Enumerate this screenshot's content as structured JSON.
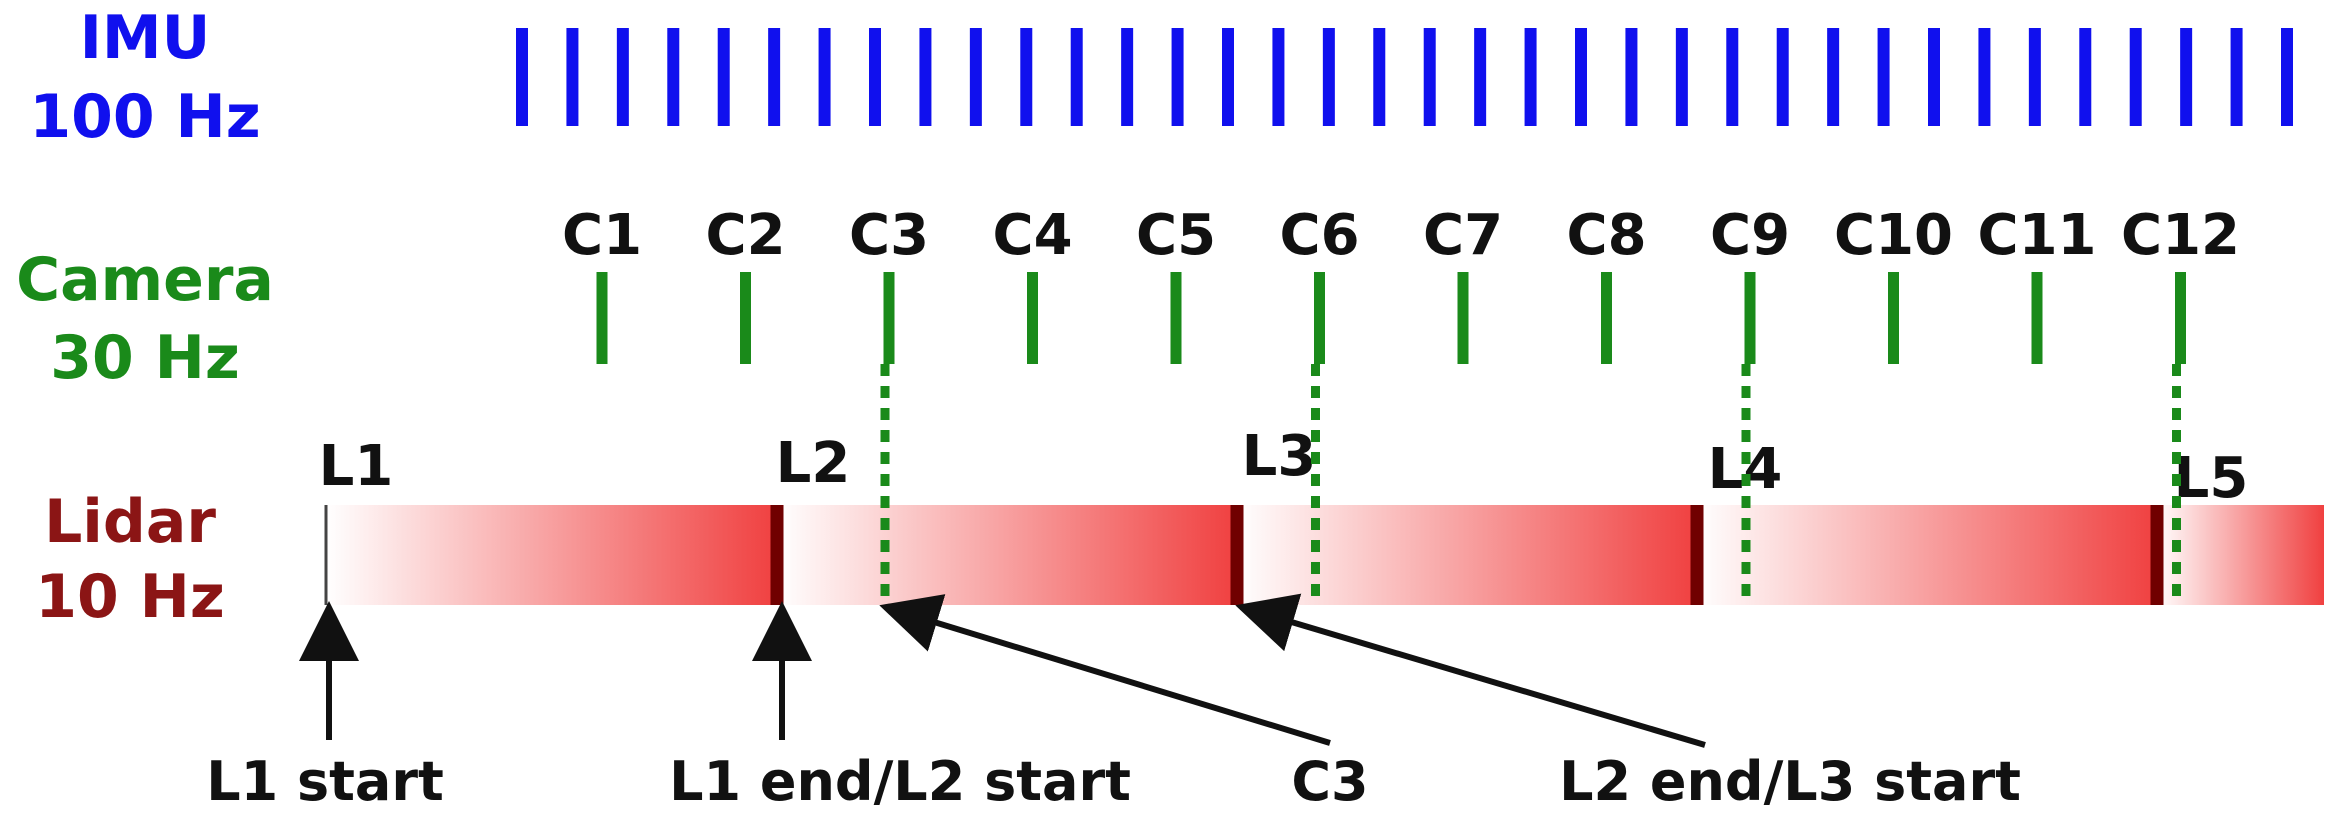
{
  "rows": {
    "imu": {
      "name": "IMU",
      "rate": "100 Hz",
      "color": "#1010ee",
      "tick_count": 36
    },
    "camera": {
      "name": "Camera",
      "rate": "30 Hz",
      "color": "#1a8a1a",
      "frames": [
        "C1",
        "C2",
        "C3",
        "C4",
        "C5",
        "C6",
        "C7",
        "C8",
        "C9",
        "C10",
        "C11",
        "C12"
      ],
      "synced_frames": [
        "C3",
        "C6",
        "C9",
        "C12"
      ]
    },
    "lidar": {
      "name": "Lidar",
      "rate": "10 Hz",
      "color": "#8b1515",
      "scans": [
        "L1",
        "L2",
        "L3",
        "L4",
        "L5"
      ],
      "gradient_start": "#ffffff",
      "gradient_end": "#f04040",
      "boundary_color": "#700000"
    }
  },
  "annotations": [
    {
      "label": "L1 start",
      "target": "L1 start"
    },
    {
      "label": "L1 end/L2 start",
      "target": "L2 start"
    },
    {
      "label": "C3",
      "target": "C3"
    },
    {
      "label": "L2 end/L3 start",
      "target": "L3 start"
    }
  ]
}
